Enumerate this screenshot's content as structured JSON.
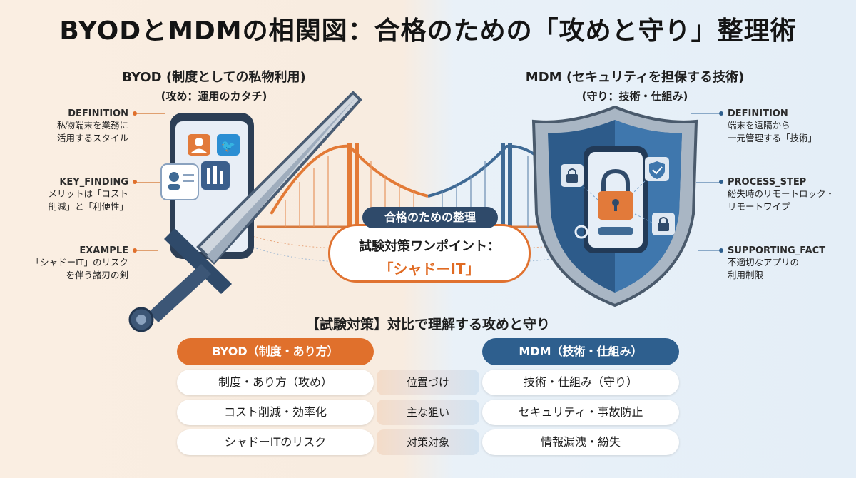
{
  "title": "BYODとMDMの相関図：合格のための「攻めと守り」整理術",
  "left_header": {
    "line1": "BYOD (制度としての私物利用)",
    "line2": "(攻め：運用のカタチ)"
  },
  "right_header": {
    "line1": "MDM (セキュリティを担保する技術)",
    "line2": "(守り：技術・仕組み)"
  },
  "left_notes": [
    {
      "key": "DEFINITION",
      "lines": [
        "私物端末を業務に",
        "活用するスタイル"
      ]
    },
    {
      "key": "KEY_FINDING",
      "lines": [
        "メリットは「コスト",
        "削減」と「利便性」"
      ]
    },
    {
      "key": "EXAMPLE",
      "lines": [
        "「シャドーIT」のリスク",
        "を伴う諸刃の剣"
      ]
    }
  ],
  "right_notes": [
    {
      "key": "DEFINITION",
      "lines": [
        "端末を遠隔から",
        "一元管理する「技術」"
      ]
    },
    {
      "key": "PROCESS_STEP",
      "lines": [
        "紛失時のリモートロック・",
        "リモートワイプ"
      ]
    },
    {
      "key": "SUPPORTING_FACT",
      "lines": [
        "不適切なアプリの",
        "利用制限"
      ]
    }
  ],
  "center": {
    "badge": "合格のための整理",
    "point_line1": "試験対策ワンポイント：",
    "point_line2": "「シャドーIT」"
  },
  "comparison": {
    "title": "【試験対策】対比で理解する攻めと守り",
    "left_header": "BYOD（制度・あり方）",
    "right_header": "MDM（技術・仕組み）",
    "rows": [
      {
        "left": "制度・あり方（攻め）",
        "middle": "位置づけ",
        "right": "技術・仕組み（守り）"
      },
      {
        "left": "コスト削減・効率化",
        "middle": "主な狙い",
        "right": "セキュリティ・事故防止"
      },
      {
        "left": "シャドーITのリスク",
        "middle": "対策対象",
        "right": "情報漏洩・紛失"
      }
    ]
  },
  "colors": {
    "byod_accent": "#e0702c",
    "mdm_accent": "#2e5f8e",
    "badge_dark": "#2f4a6a"
  },
  "icons": [
    "sword-icon",
    "shield-icon",
    "smartphone-icon",
    "padlock-icon",
    "bridge-icon",
    "user-card-icon",
    "twitter-icon",
    "building-icon",
    "gear-icon",
    "checkmark-shield-icon"
  ]
}
